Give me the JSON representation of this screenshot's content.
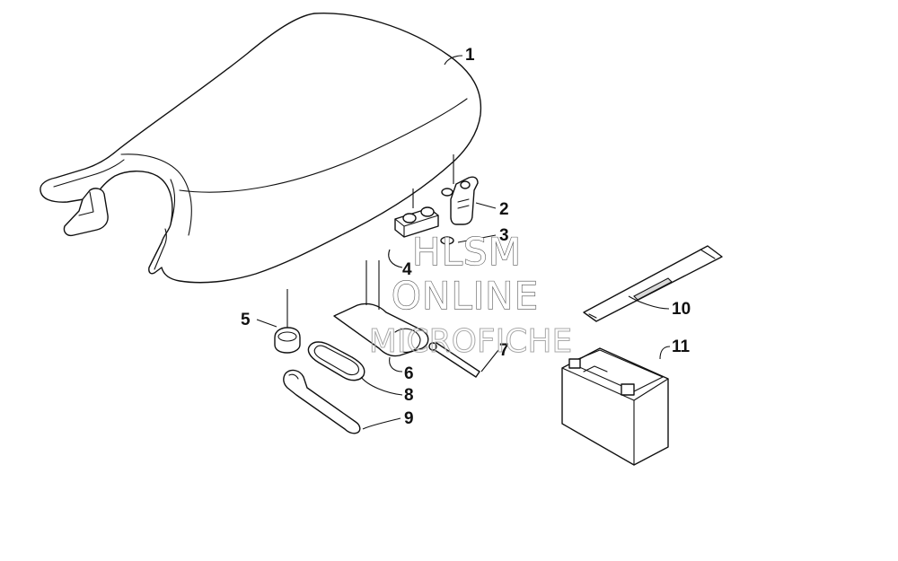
{
  "diagram": {
    "callouts": [
      {
        "id": "1",
        "label": "1"
      },
      {
        "id": "2",
        "label": "2"
      },
      {
        "id": "3",
        "label": "3"
      },
      {
        "id": "4",
        "label": "4"
      },
      {
        "id": "5",
        "label": "5"
      },
      {
        "id": "6",
        "label": "6"
      },
      {
        "id": "7",
        "label": "7"
      },
      {
        "id": "8",
        "label": "8"
      },
      {
        "id": "9",
        "label": "9"
      },
      {
        "id": "10",
        "label": "10"
      },
      {
        "id": "11",
        "label": "11"
      }
    ]
  },
  "watermark": {
    "line1": "HLSM",
    "line2": "ONLINE",
    "line3": "MICROFICHE"
  }
}
